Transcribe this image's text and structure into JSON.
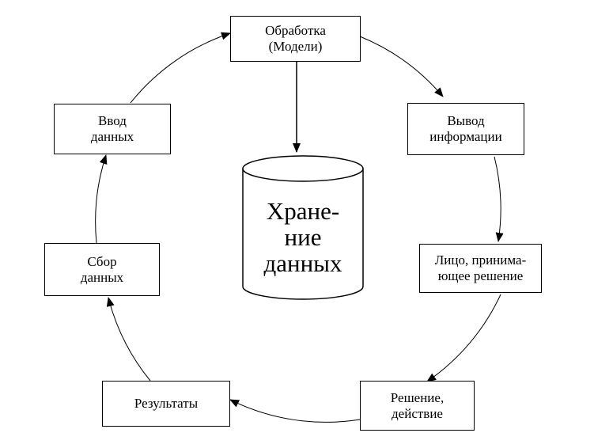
{
  "diagram": {
    "nodes": {
      "processing": {
        "line1": "Обработка",
        "line2": "(Модели)"
      },
      "output": {
        "line1": "Вывод",
        "line2": "информации"
      },
      "decision_maker": {
        "line1": "Лицо, принима-",
        "line2": "ющее решение"
      },
      "decision": {
        "line1": "Решение,",
        "line2": "действие"
      },
      "results": {
        "line1": "Результаты"
      },
      "collection": {
        "line1": "Сбор",
        "line2": "данных"
      },
      "input": {
        "line1": "Ввод",
        "line2": "данных"
      }
    },
    "storage": {
      "line1": "Хране-",
      "line2": "ние",
      "line3": "данных"
    },
    "flow": [
      "processing",
      "output",
      "decision_maker",
      "decision",
      "results",
      "collection",
      "input",
      "processing"
    ]
  }
}
